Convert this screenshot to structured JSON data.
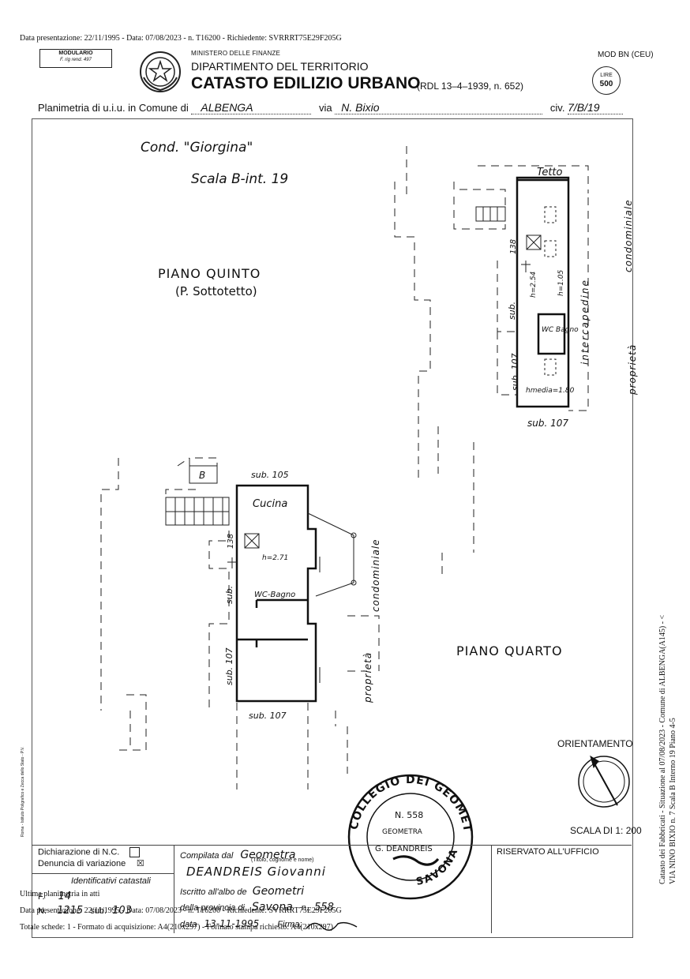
{
  "header": {
    "top_line": "Data presentazione: 22/11/1995 - Data: 07/08/2023 - n. T16200 - Richiedente: SVRRRT75E29F205G",
    "modulario": "MODULARIO",
    "modulario_sub": "F. rig rend. 497",
    "ministero": "MINISTERO DELLE FINANZE",
    "dipartimento": "DIPARTIMENTO DEL TERRITORIO",
    "title": "CATASTO EDILIZIO URBANO",
    "rdl": "(RDL 13–4–1939, n. 652)",
    "mod": "MOD BN (CEU)",
    "lire_label": "LIRE",
    "lire_value": "500"
  },
  "plan_line": {
    "prefix": "Planimetria di u.i.u. in Comune di",
    "comune": "ALBENGA",
    "via_label": "via",
    "via": "N. Bixio",
    "civ_label": "civ.",
    "civ": "7/B/19"
  },
  "drawing": {
    "cond": "Cond. \"Giorgina\"",
    "scala_int": "Scala B-int. 19",
    "piano_quinto": "PIANO QUINTO",
    "piano_quinto_sub": "(P. Sottotetto)",
    "piano_quarto": "PIANO QUARTO",
    "tetto": "Tetto",
    "h_254": "h=2.54",
    "h_105": "h=1.05",
    "h_media": "hmedia=1.80",
    "wc_bagno_top": "WC Bagno",
    "intercapedine": "intercapedine",
    "condominiale_top": "condominiale",
    "proprieta_top": "proprietà",
    "sub_top": "sub.",
    "sub107_top_v": "sub. 107",
    "sub107_top_h": "sub. 107",
    "dim_138_top": "138",
    "scala_b": "B",
    "sub105": "sub. 105",
    "cucina": "Cucina",
    "dim_138": "138",
    "h_271": "h=2.71",
    "sub_mid": "sub.",
    "wc_bagno": "WC-Bagno",
    "sub107_left": "sub. 107",
    "sub107_bottom": "sub. 107",
    "condominiale_mid": "condominiale",
    "proprieta_mid": "proprietà",
    "orientamento": "ORIENTAMENTO",
    "scala": "SCALA DI 1: 200"
  },
  "stamp": {
    "outer": "COLLEGIO DEI GEOMETRI",
    "bottom": "SAVONA",
    "number": "N. 558",
    "role": "GEOMETRA",
    "name": "G. DEANDREIS"
  },
  "footer": {
    "dichiarazione": "Dichiarazione di N.C.",
    "denuncia": "Denuncia di variazione",
    "denuncia_mark": "☒",
    "identificativi": "Identificativi catastali",
    "foglio_label": "F.",
    "foglio": "14",
    "mappale_label": "N.",
    "mappale": "1215",
    "sub_label": "sub.",
    "sub": "103",
    "compilata_label": "Compilata dal",
    "compilata_value": "Geometra",
    "titolo_hint": "(Titolo, cognome e nome)",
    "nome": "DEANDREIS Giovanni",
    "iscritto_label": "Iscritto all'albo de",
    "iscritto_value": "Geometri",
    "provincia_label": "della provincia di",
    "provincia_value": "Savona",
    "numero_label": "n.",
    "numero_value": "558",
    "data_label": "data",
    "data_value": "13-11-1995",
    "firma_label": "Firma:",
    "riservato": "RISERVATO ALL'UFFICIO"
  },
  "overlay": {
    "line1": "Ultima planimetria in atti",
    "line2": "Data presentazione: 22/11/1995 - Data: 07/08/2023 - n. T16200 - Richiedente: SVRRRT75E29F205G",
    "line3": "Totale schede: 1 - Formato di acquisizione: A4(210x297) - Formato stampa richiesto: A4(210x297)"
  },
  "side": {
    "line1": "Catasto dei Fabbricati - Situazione al 07/08/2023 - Comune di ALBENGA(A145) - <",
    "line2": "VIA NINO BIXIO n. 7 Scala B Interno 19 Piano 4-5"
  },
  "margin_note": "Roma - Istituto Poligrafico e Zecca dello Stato - P.V."
}
